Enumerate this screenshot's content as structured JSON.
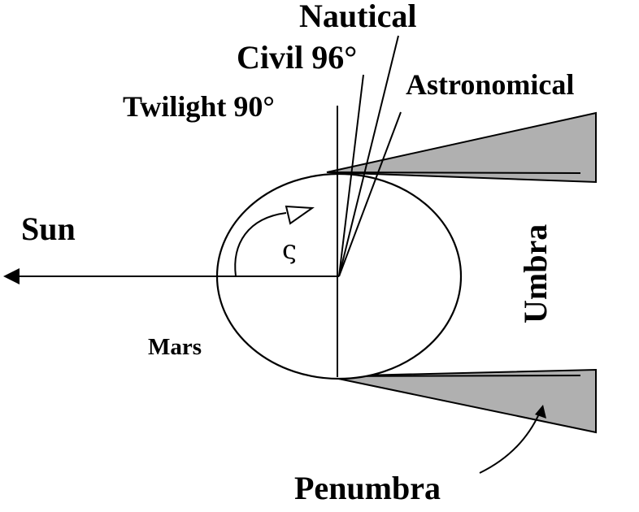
{
  "labels": {
    "nautical": "Nautical",
    "civil": "Civil 96°",
    "astronomical": "Astronomical",
    "twilight": "Twilight 90°",
    "sun": "Sun",
    "mars": "Mars",
    "umbra": "Umbra",
    "penumbra": "Penumbra",
    "zeta": "ς"
  },
  "colors": {
    "penumbra_fill": "#b0b0b0",
    "line": "#000000"
  }
}
